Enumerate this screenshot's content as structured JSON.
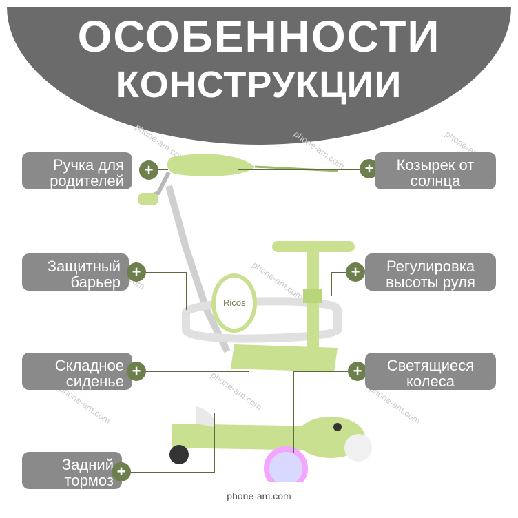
{
  "header": {
    "title_line1": "ОСОБЕННОСТИ",
    "title_line2": "КОНСТРУКЦИИ"
  },
  "features": [
    {
      "label": "Ручка для родителей"
    },
    {
      "label": "Козырек от солнца"
    },
    {
      "label": "Защитный барьер"
    },
    {
      "label": "Регулировка высоты руля"
    },
    {
      "label": "Складное сиденье"
    },
    {
      "label": "Светящиеся колеса"
    },
    {
      "label": "Задний тормоз"
    }
  ],
  "plus_symbol": "+",
  "product_brand": "Ricos",
  "watermark": "phone-am.com",
  "footer": "phone-am.com",
  "colors": {
    "header": "#6b6b6b",
    "label_bg": "#8a8a8a",
    "plus_bg": "#6e7f4e",
    "scooter": "#c6e08a"
  }
}
